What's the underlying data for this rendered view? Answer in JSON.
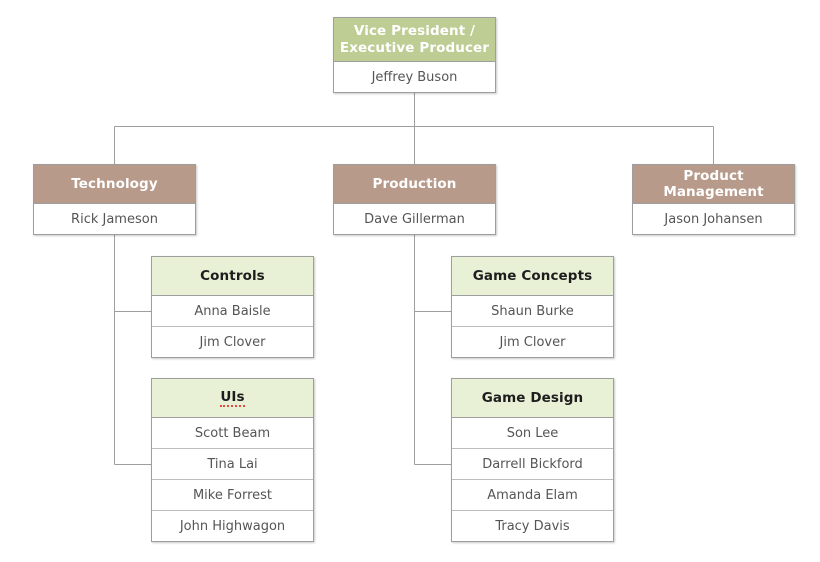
{
  "chart": {
    "type": "org-chart",
    "title": "",
    "background_color": "#ffffff",
    "colors": {
      "root_header": "#bdcd93",
      "division_header": "#b79a8a",
      "team_header": "#e8f0d5",
      "row_background": "#ffffff",
      "border": "#9e9e9e",
      "connector": "#9e9e9e",
      "row_text": "#555555",
      "header_text_light": "#ffffff",
      "header_text_dark": "#1d1d1d",
      "spellcheck_underline": "#e04a3f"
    }
  },
  "nodes": {
    "root": {
      "id": "vice-president",
      "title": "Vice President /\nExecutive Producer",
      "title_line1": "Vice President /",
      "title_line2": "Executive Producer",
      "header_style": "green",
      "members": [
        "Jeffrey Buson"
      ]
    },
    "divisions": [
      {
        "id": "technology",
        "title": "Technology",
        "header_style": "brown",
        "members": [
          "Rick Jameson"
        ]
      },
      {
        "id": "production",
        "title": "Production",
        "header_style": "brown",
        "members": [
          "Dave Gillerman"
        ]
      },
      {
        "id": "product-management",
        "title": "Product Management",
        "header_style": "brown",
        "members": [
          "Jason Johansen"
        ]
      }
    ],
    "teams": [
      {
        "id": "controls",
        "title": "Controls",
        "header_style": "pale",
        "parent": "technology",
        "misspelled": false,
        "members": [
          "Anna Baisle",
          "Jim Clover"
        ]
      },
      {
        "id": "uis",
        "title": "UIs",
        "header_style": "pale",
        "parent": "technology",
        "misspelled": true,
        "members": [
          "Scott Beam",
          "Tina Lai",
          "Mike Forrest",
          "John Highwagon"
        ]
      },
      {
        "id": "game-concepts",
        "title": "Game Concepts",
        "header_style": "pale",
        "parent": "production",
        "misspelled": false,
        "members": [
          "Shaun Burke",
          "Jim Clover"
        ]
      },
      {
        "id": "game-design",
        "title": "Game Design",
        "header_style": "pale",
        "parent": "production",
        "misspelled": false,
        "members": [
          "Son Lee",
          "Darrell Bickford",
          "Amanda Elam",
          "Tracy Davis"
        ]
      }
    ]
  }
}
